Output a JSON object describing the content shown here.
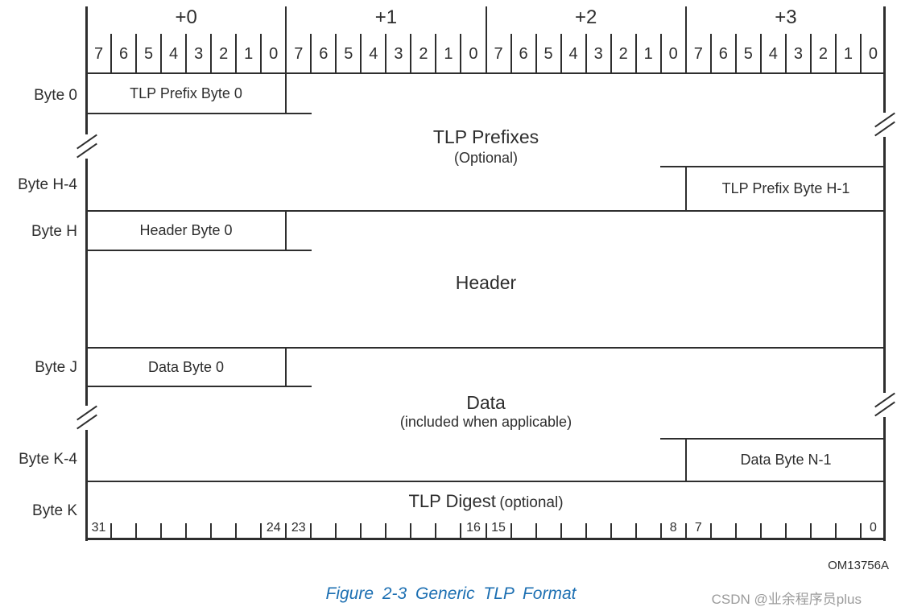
{
  "diagram": {
    "column_headers": [
      "+0",
      "+1",
      "+2",
      "+3"
    ],
    "bit_numbers": [
      "7",
      "6",
      "5",
      "4",
      "3",
      "2",
      "1",
      "0"
    ],
    "row_labels": {
      "byte0": "Byte 0",
      "byteH4": "Byte H-4",
      "byteH": "Byte H",
      "byteJ": "Byte J",
      "byteK4": "Byte K-4",
      "byteK": "Byte K"
    },
    "cells": {
      "tlp_prefix_byte0": "TLP Prefix Byte 0",
      "tlp_prefixes_title": "TLP Prefixes",
      "tlp_prefixes_note": "(Optional)",
      "tlp_prefix_byteH1": "TLP Prefix Byte H-1",
      "header_byte0": "Header Byte 0",
      "header_title": "Header",
      "data_byte0": "Data Byte 0",
      "data_title": "Data",
      "data_note": "(included when applicable)",
      "data_byteN1": "Data Byte N-1",
      "digest_title": "TLP Digest",
      "digest_note": "(optional)"
    },
    "bottom_scale_labels": [
      {
        "cell": 0,
        "text": "31"
      },
      {
        "cell": 7,
        "text": "24"
      },
      {
        "cell": 8,
        "text": "23"
      },
      {
        "cell": 15,
        "text": "16"
      },
      {
        "cell": 16,
        "text": "15"
      },
      {
        "cell": 23,
        "text": "8"
      },
      {
        "cell": 24,
        "text": "7"
      },
      {
        "cell": 31,
        "text": "0"
      }
    ],
    "code": "OM13756A"
  },
  "caption": {
    "figure_label": "Figure 2-3 Generic TLP Format",
    "watermark": "CSDN @业余程序员plus"
  },
  "colors": {
    "line": "#2e2e2e",
    "caption_blue": "#1c6fb2",
    "watermark_gray": "#9b9b9b"
  }
}
